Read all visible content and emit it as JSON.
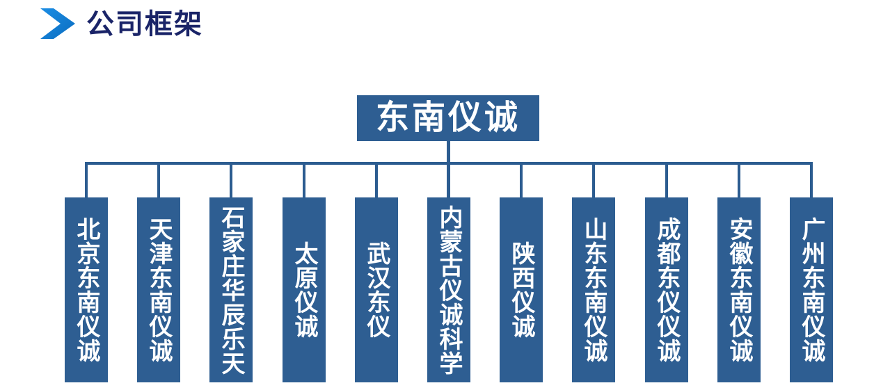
{
  "header": {
    "title": "公司框架"
  },
  "org_chart": {
    "root": {
      "label": "东南仪诚"
    },
    "children": [
      {
        "label": "北京东南仪诚"
      },
      {
        "label": "天津东南仪诚"
      },
      {
        "label": "石家庄华辰乐天"
      },
      {
        "label": "太原仪诚"
      },
      {
        "label": "武汉东仪"
      },
      {
        "label": "内蒙古仪诚科学"
      },
      {
        "label": "陕西仪诚"
      },
      {
        "label": "山东东南仪诚"
      },
      {
        "label": "成都东仪仪诚"
      },
      {
        "label": "安徽东南仪诚"
      },
      {
        "label": "广州东南仪诚"
      }
    ],
    "colors": {
      "node_fill": "#2e5e92",
      "node_text": "#ffffff",
      "connector": "#2c5c90",
      "title_text": "#1a2468",
      "chevron_accent_light": "#1b8de4",
      "chevron_accent_dark": "#0b6dc0"
    }
  }
}
